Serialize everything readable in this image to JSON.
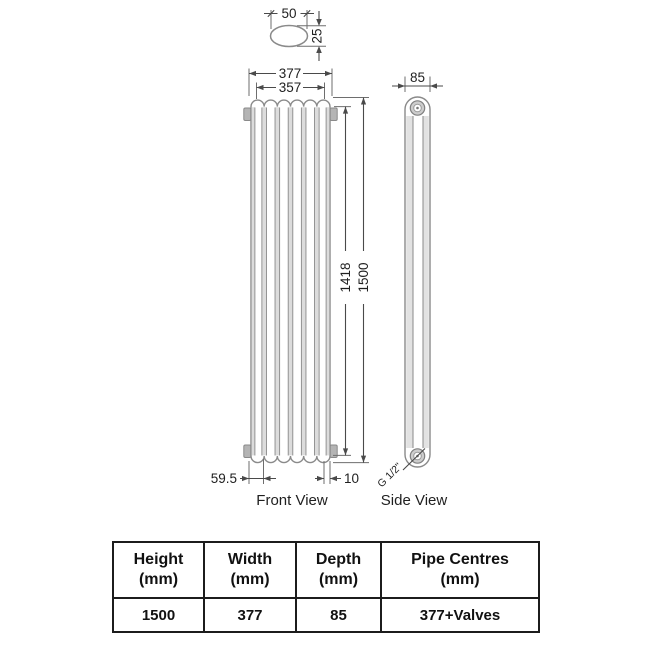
{
  "drawing": {
    "tube_top_view": {
      "width": "50",
      "depth": "25"
    },
    "front_view": {
      "caption": "Front View",
      "overall_width": "377",
      "inner_width": "357",
      "inner_height": "1418",
      "overall_height": "1500",
      "bottom_left_offset": "59.5",
      "bottom_right_offset": "10"
    },
    "side_view": {
      "caption": "Side View",
      "depth": "85",
      "pipe_thread": "G 1/2\""
    }
  },
  "table": {
    "headers": [
      {
        "title": "Height",
        "unit": "(mm)"
      },
      {
        "title": "Width",
        "unit": "(mm)"
      },
      {
        "title": "Depth",
        "unit": "(mm)"
      },
      {
        "title": "Pipe Centres",
        "unit": "(mm)"
      }
    ],
    "values": [
      "1500",
      "377",
      "85",
      "377+Valves"
    ]
  }
}
